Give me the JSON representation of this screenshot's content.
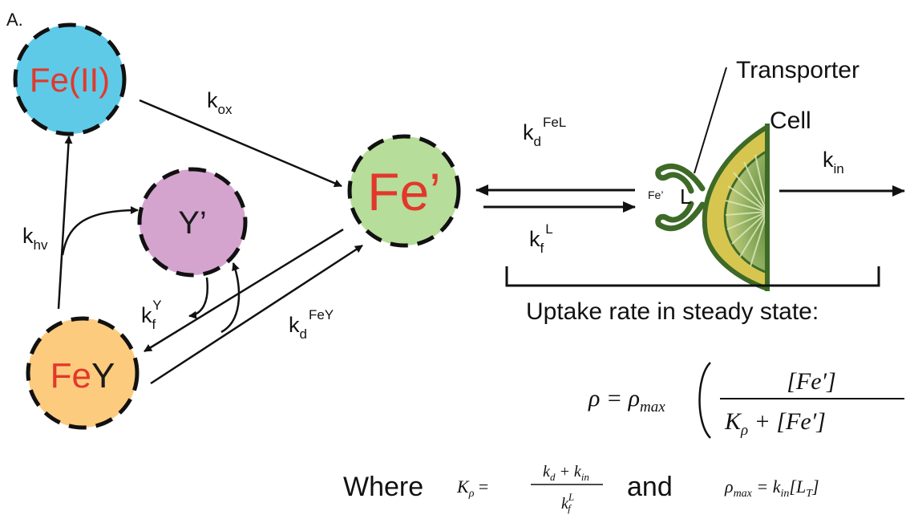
{
  "panel_label": "A.",
  "nodes": {
    "fe2": {
      "label": "Fe(II)",
      "fill": "#5ECAE8",
      "text_color": "#E2382B"
    },
    "feprime": {
      "label": "Fe’",
      "fill": "#B7DD9A",
      "text_color": "#E2382B"
    },
    "yprime": {
      "label": "Y’",
      "fill": "#D4A4CF",
      "text_color": "#1a1a1a"
    },
    "fey": {
      "label_fe": "Fe",
      "label_y": "Y",
      "fill": "#FDCB7E",
      "text_color_fe": "#E2382B",
      "text_color_y": "#1a1a1a"
    }
  },
  "rates": {
    "k_ox": {
      "base": "k",
      "sub": "ox"
    },
    "k_hv": {
      "base": "k",
      "sub": "hv"
    },
    "k_fY": {
      "base": "k",
      "sub": "f",
      "sup": "Y"
    },
    "k_dFeY": {
      "base": "k",
      "sub": "d",
      "sup": "FeY"
    },
    "k_dFeL": {
      "base": "k",
      "sub": "d",
      "sup": "FeL"
    },
    "k_fL": {
      "base": "k",
      "sub": "f",
      "sup": "L"
    },
    "k_in": {
      "base": "k",
      "sub": "in"
    }
  },
  "cell": {
    "transporter_label": "Transporter",
    "cell_label": "Cell",
    "ligand_label": "L",
    "bound_fe_label": "Fe’",
    "colors": {
      "outline": "#3E6A28",
      "fill_outer": "#D6C650",
      "fill_inner": "#7FA05A"
    }
  },
  "uptake_caption": "Uptake rate in steady state:",
  "equations": {
    "rho_lhs": "ρ = ρ",
    "rho_max_sub": "max",
    "frac_num": "[Fe′]",
    "frac_den_K": "K",
    "frac_den_K_sub": "ρ",
    "frac_den_rest": " + [Fe′]",
    "where_word": "Where",
    "and_word": "and",
    "K_lhs": "K",
    "K_lhs_sub": "ρ",
    "K_eq": " = ",
    "K_num_k": "k",
    "K_num_k_sub": "d",
    "K_num_plus": " + k",
    "K_num_kin_sub": "in",
    "K_den_k": "k",
    "K_den_sub": "f",
    "K_den_sup": "L",
    "rhomax_lhs": "ρ",
    "rhomax_sub": "max",
    "rhomax_rhs": " = k",
    "rhomax_kin_sub": "in",
    "rhomax_bracket": "[L",
    "rhomax_T": "T",
    "rhomax_close": "]"
  },
  "colors": {
    "arrow": "#111111",
    "dash": "#111111",
    "red_text": "#E2382B"
  }
}
